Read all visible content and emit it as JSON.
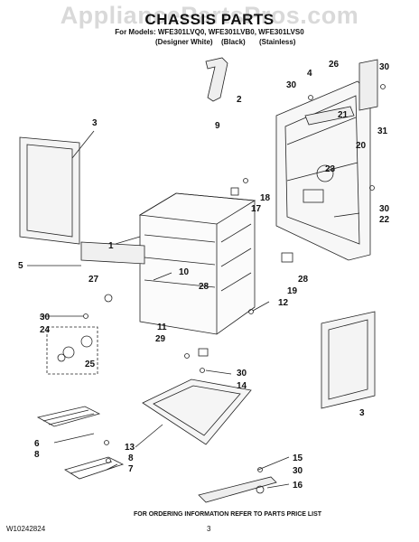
{
  "watermark": "AppliancePartsPros.com",
  "title": "CHASSIS PARTS",
  "models_line": "For Models: WFE301LVQ0, WFE301LVB0, WFE301LVS0",
  "variants": [
    "(Designer White)",
    "(Black)",
    "(Stainless)"
  ],
  "footer_note": "FOR ORDERING INFORMATION REFER TO PARTS PRICE LIST",
  "document_id": "W10242824",
  "page_number": "3",
  "callouts": [
    "26",
    "30",
    "4",
    "30",
    "9",
    "2",
    "3",
    "21",
    "31",
    "20",
    "23",
    "18",
    "17",
    "30",
    "22",
    "1",
    "5",
    "10",
    "27",
    "28",
    "28",
    "19",
    "12",
    "30",
    "24",
    "25",
    "11",
    "29",
    "30",
    "14",
    "3",
    "6",
    "8",
    "7",
    "8",
    "13",
    "15",
    "30",
    "16"
  ]
}
